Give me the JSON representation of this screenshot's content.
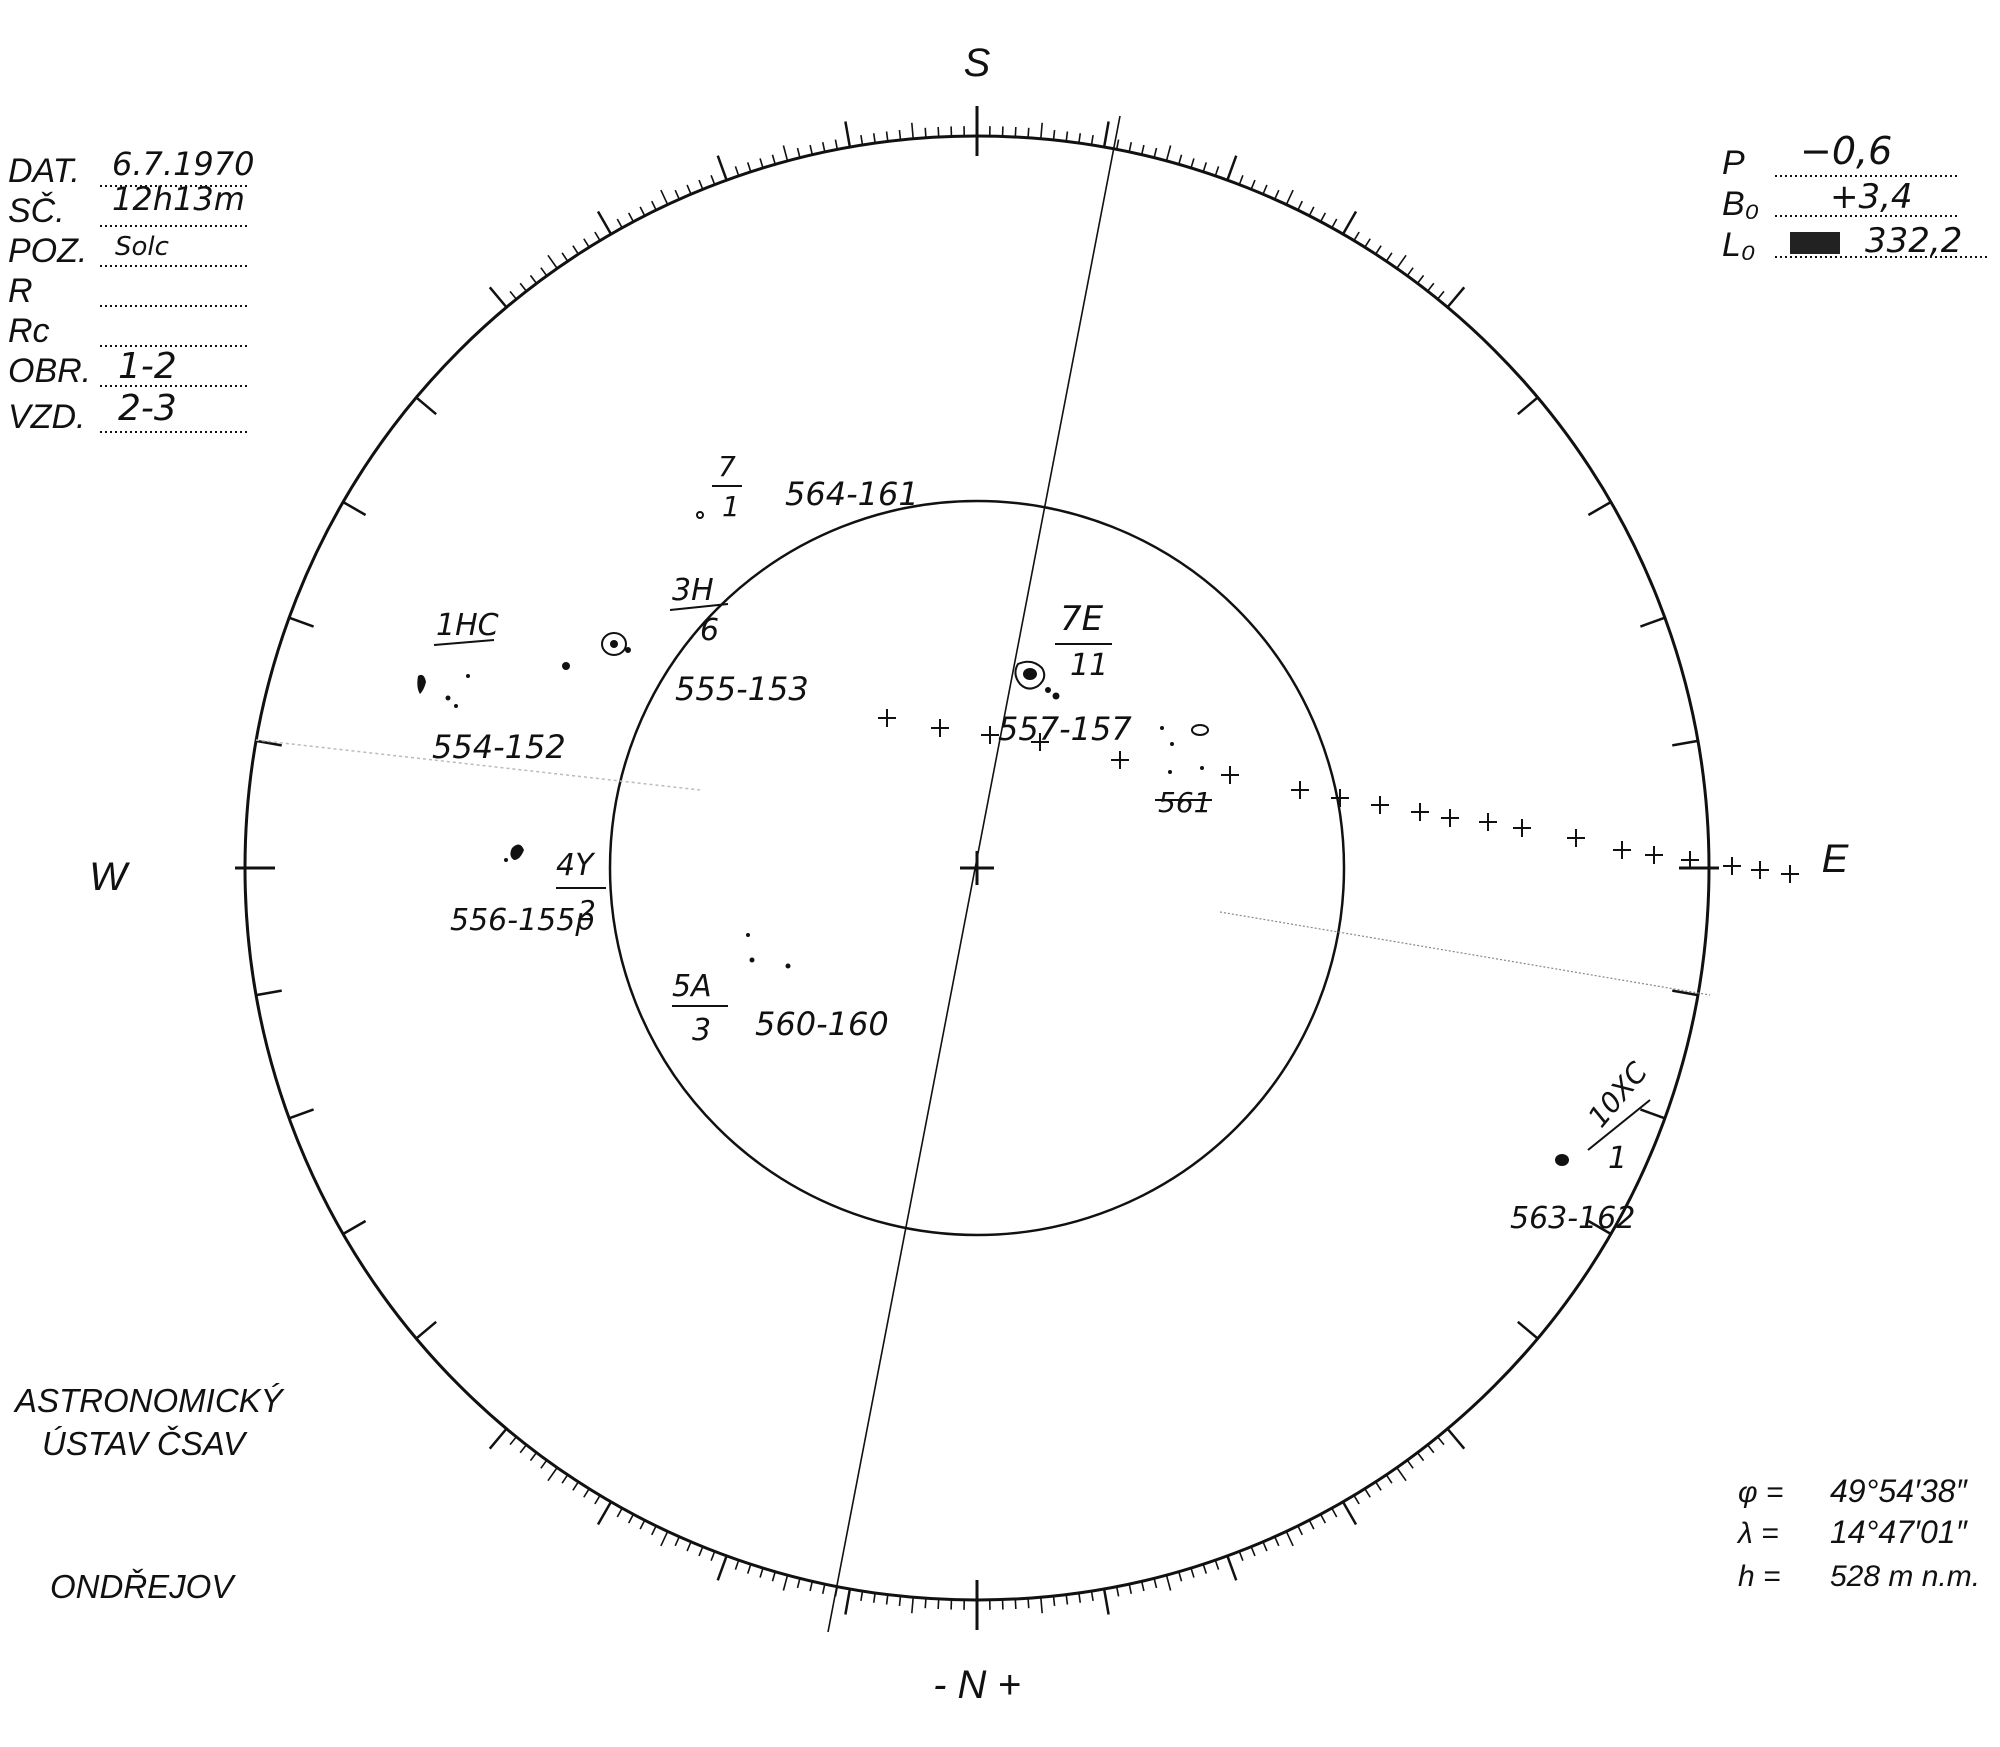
{
  "directions": {
    "south": "S",
    "north": "- N +",
    "west": "W",
    "east": "E"
  },
  "observation_form": {
    "date": {
      "label": "DAT.",
      "value": "6.7.1970"
    },
    "time": {
      "label": "SČ.",
      "value": "12h13m"
    },
    "conditions": {
      "label": "POZ.",
      "value": "Solc"
    },
    "r": {
      "label": "R",
      "value": ""
    },
    "rc": {
      "label": "Rc",
      "value": ""
    },
    "image": {
      "label": "OBR.",
      "value": "1-2"
    },
    "air": {
      "label": "VZD.",
      "value": "2-3"
    }
  },
  "ephemeris": {
    "p": {
      "label": "P",
      "value": "−0,6"
    },
    "b0": {
      "label": "B₀",
      "value": "+3,4"
    },
    "l0": {
      "label": "L₀",
      "value": "332,2"
    }
  },
  "institution": {
    "line1": "ASTRONOMICKÝ",
    "line2": "ÚSTAV ČSAV",
    "line3": "ONDŘEJOV"
  },
  "location": {
    "latitude": {
      "symbol": "φ =",
      "value": "49°54′38″"
    },
    "longitude": {
      "symbol": "λ =",
      "value": "14°47′01″"
    },
    "height": {
      "symbol": "h =",
      "value": "528 m n.m."
    }
  },
  "sunspot_groups": [
    {
      "id": "564-161",
      "zurich": "7",
      "count": "1"
    },
    {
      "id": "555-153",
      "zurich": "3H",
      "count": "6"
    },
    {
      "id": "554-152",
      "zurich": "1HC",
      "count": ""
    },
    {
      "id": "557-157",
      "zurich": "7E",
      "count": "11"
    },
    {
      "id": "561",
      "zurich": "",
      "count": ""
    },
    {
      "id": "556-155p",
      "zurich": "4Y",
      "count": "2"
    },
    {
      "id": "560-160",
      "zurich": "5A",
      "count": "3"
    },
    {
      "id": "563-162",
      "zurich": "10XC",
      "count": "1"
    }
  ]
}
